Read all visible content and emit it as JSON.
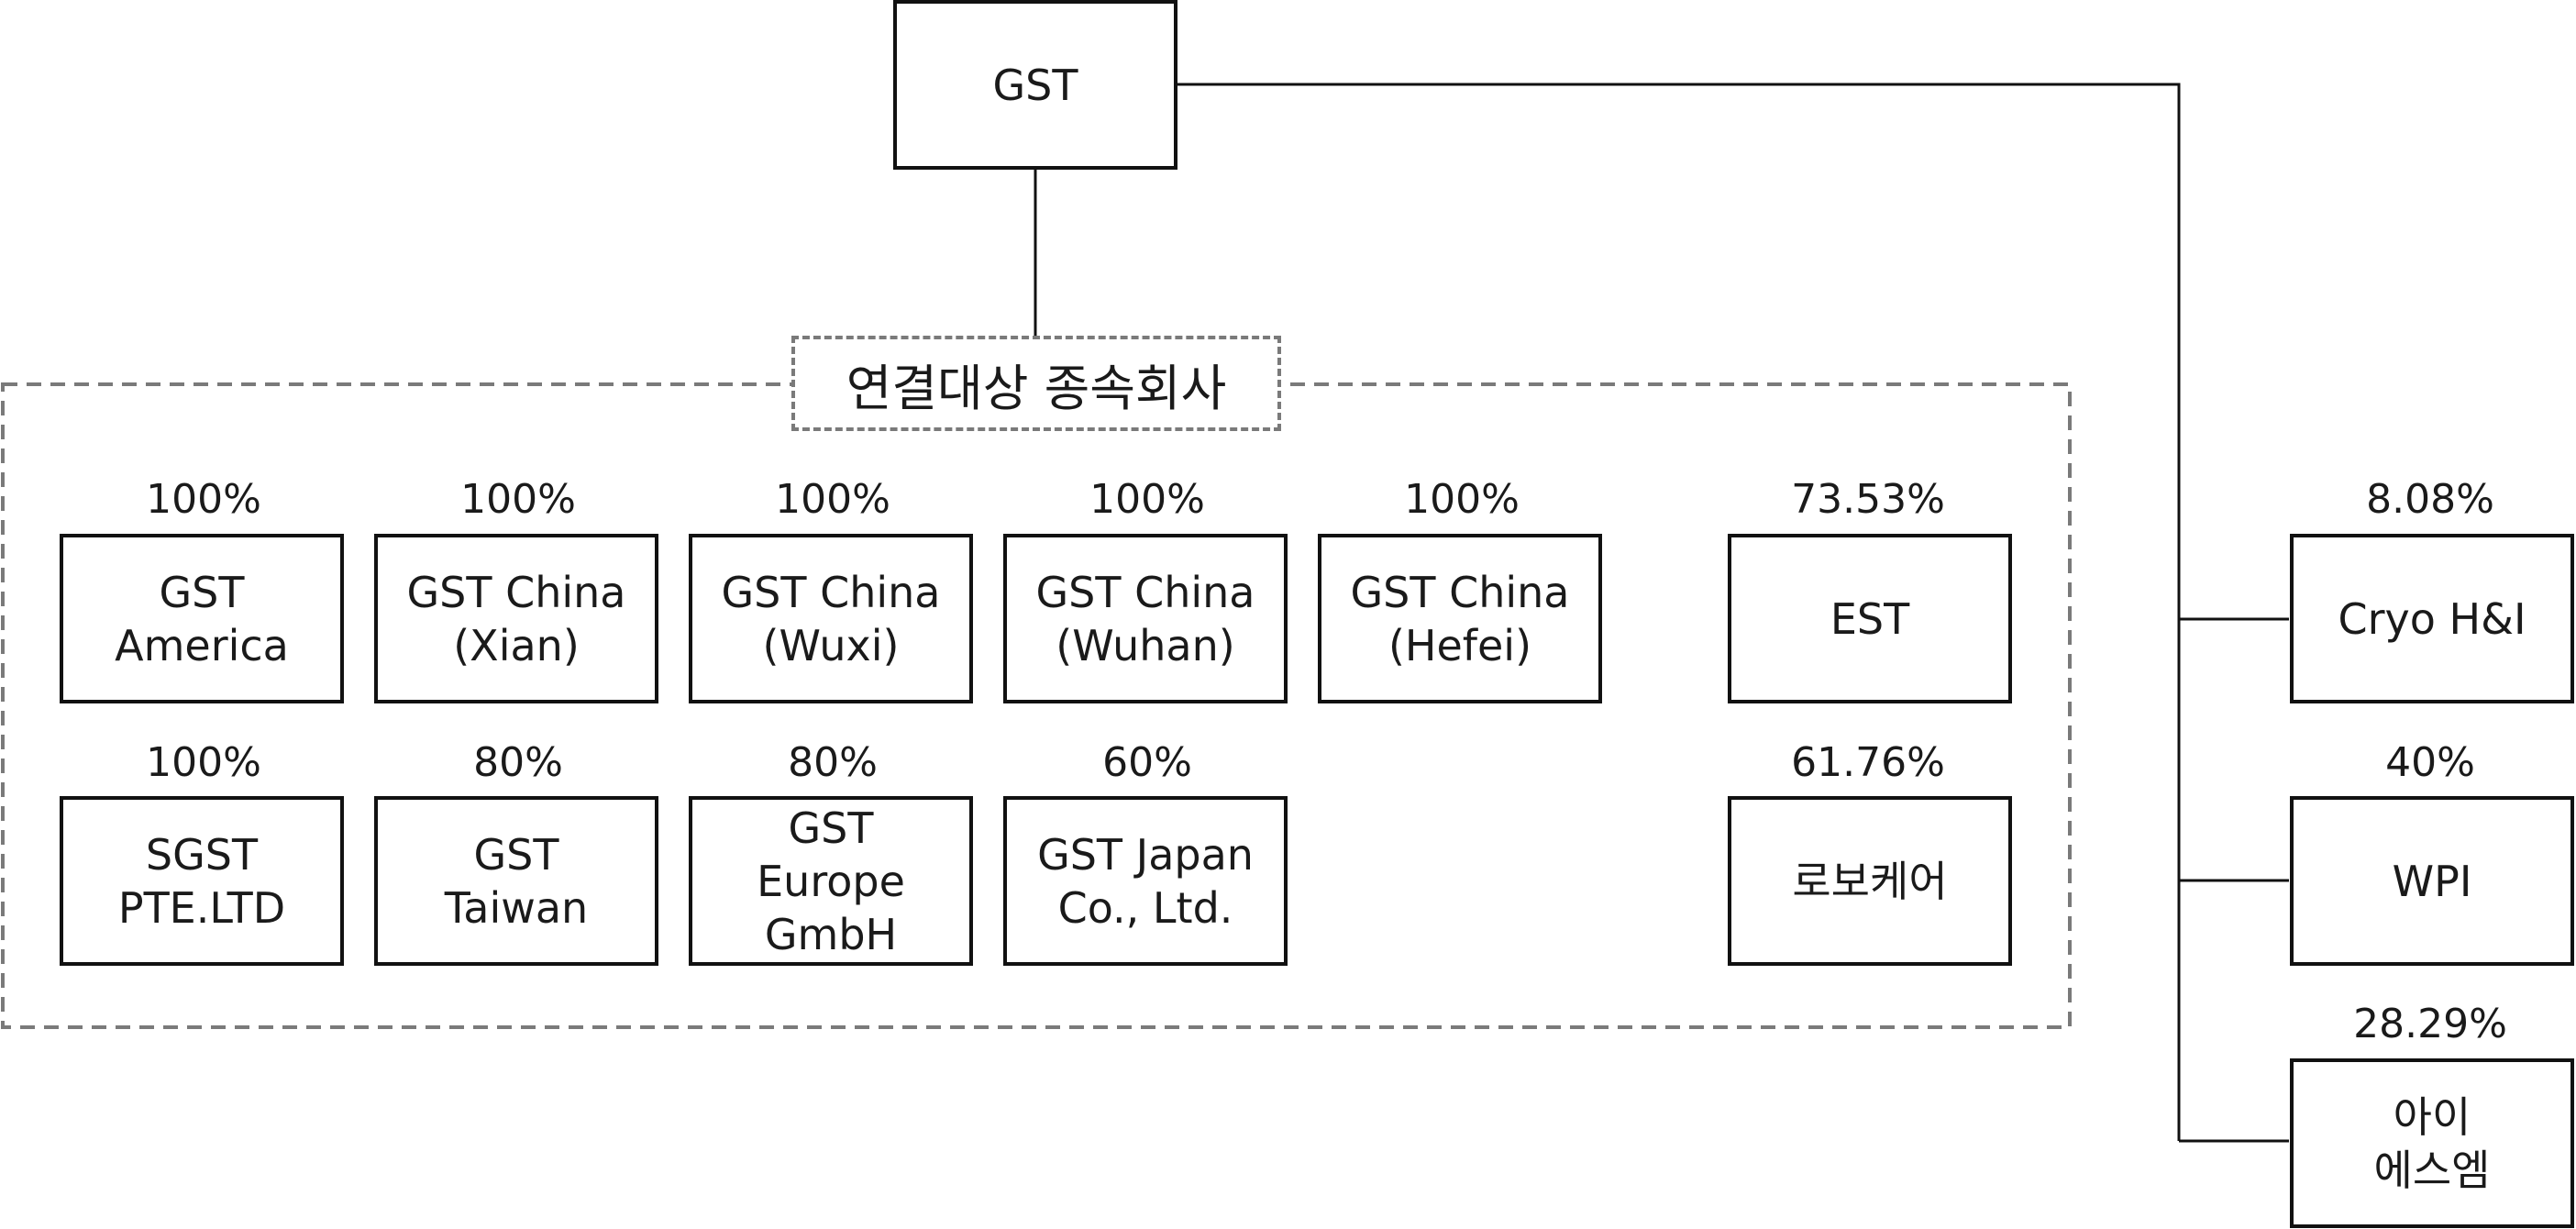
{
  "root": {
    "label": "GST"
  },
  "consolidated_group": {
    "label": "연결대상 종속회사",
    "subsidiaries": [
      {
        "name": "GST\nAmerica",
        "share": "100%"
      },
      {
        "name": "GST China\n(Xian)",
        "share": "100%"
      },
      {
        "name": "GST China\n(Wuxi)",
        "share": "100%"
      },
      {
        "name": "GST China\n(Wuhan)",
        "share": "100%"
      },
      {
        "name": "GST China\n(Hefei)",
        "share": "100%"
      },
      {
        "name": "EST",
        "share": "73.53%"
      },
      {
        "name": "SGST\nPTE.LTD",
        "share": "100%"
      },
      {
        "name": "GST\nTaiwan",
        "share": "80%"
      },
      {
        "name": "GST\nEurope\nGmbH",
        "share": "80%"
      },
      {
        "name": "GST Japan\nCo., Ltd.",
        "share": "60%"
      },
      {
        "name": "로보케어",
        "share": "61.76%"
      }
    ]
  },
  "other_affiliates": [
    {
      "name": "Cryo H&I",
      "share": "8.08%"
    },
    {
      "name": "WPI",
      "share": "40%"
    },
    {
      "name": "아이\n에스엠",
      "share": "28.29%"
    }
  ]
}
